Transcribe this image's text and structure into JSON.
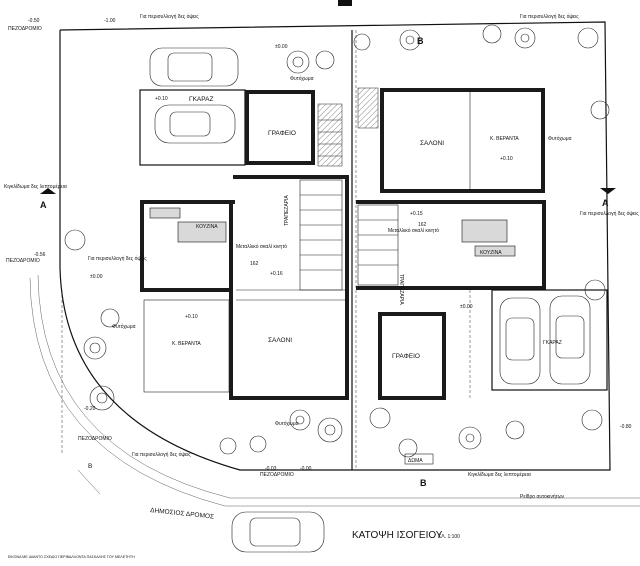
{
  "title": "ΚΑΤΟΨΗ ΙΣΟΓΕΙΟΥ",
  "scale": "ΚΛ. 1:100",
  "footer_note": "ΕΙΚΟΝΑ ΜΕ ΙΔΙΑΝΤΟ ΣΧΕΔΙΟ ΠΕΡΙΒΑΛΛΟΝΤΑ ΠΑΣΚΑΛΗΣ ΤΟΥ ΜΕΛΕΤΗΤΗ",
  "street": "ΔΗΜΟΣΙΟΣ ΔΡΟΜΟΣ",
  "sections": {
    "a": "A",
    "b": "B"
  },
  "levels": {
    "top_left": "-0.50",
    "top_mid": "-1.00",
    "left_mid": "-0.56",
    "left_low": "-0.20",
    "bottom_left": "-0.03",
    "bottom_mid": "-0.00",
    "right_low": "-0.80"
  },
  "rooms": {
    "garage_left": "ΓΚΑΡΑΖ",
    "office_left": "ΓΡΑΦΕΙΟ",
    "kitchen_left": "ΚΟΥΖΙΝΑ",
    "dining_left": "ΤΡΑΠΕΖΑΡΙΑ",
    "living_left": "ΣΑΛΟΝΙ",
    "veranda_left": "Κ. ΒΕΡΑΝΤΑ",
    "living_right": "ΣΑΛΟΝΙ",
    "veranda_right": "Κ. ΒΕΡΑΝΤΑ",
    "kitchen_right": "ΚΟΥΖΙΝΑ",
    "dining_right": "ΤΡΑΠΕΖΑΡΙΑ",
    "office_right": "ΓΡΑΦΕΙΟ",
    "garage_right": "ΓΚΑΡΑΖ"
  },
  "labels": {
    "plants": "Φυτόχωμα",
    "sidewalk": "ΠΕΖΟΔΡΟΜΙΟ",
    "curb": "Ρείθρο αυτοκινήτων",
    "bins": "Για περισυλλογή δες όψεις",
    "pool_note": "Μεταλλικό σκαλί κινητό",
    "ground": "ΔΩΜΑ",
    "gate": "Κιγκλίδωμα δες λεπτομέρεια",
    "level_zero": "±0.00",
    "level_plus010": "+0.10",
    "level_plus015": "+0.15",
    "level_plus016": "+0.16",
    "heights_162": "162"
  }
}
